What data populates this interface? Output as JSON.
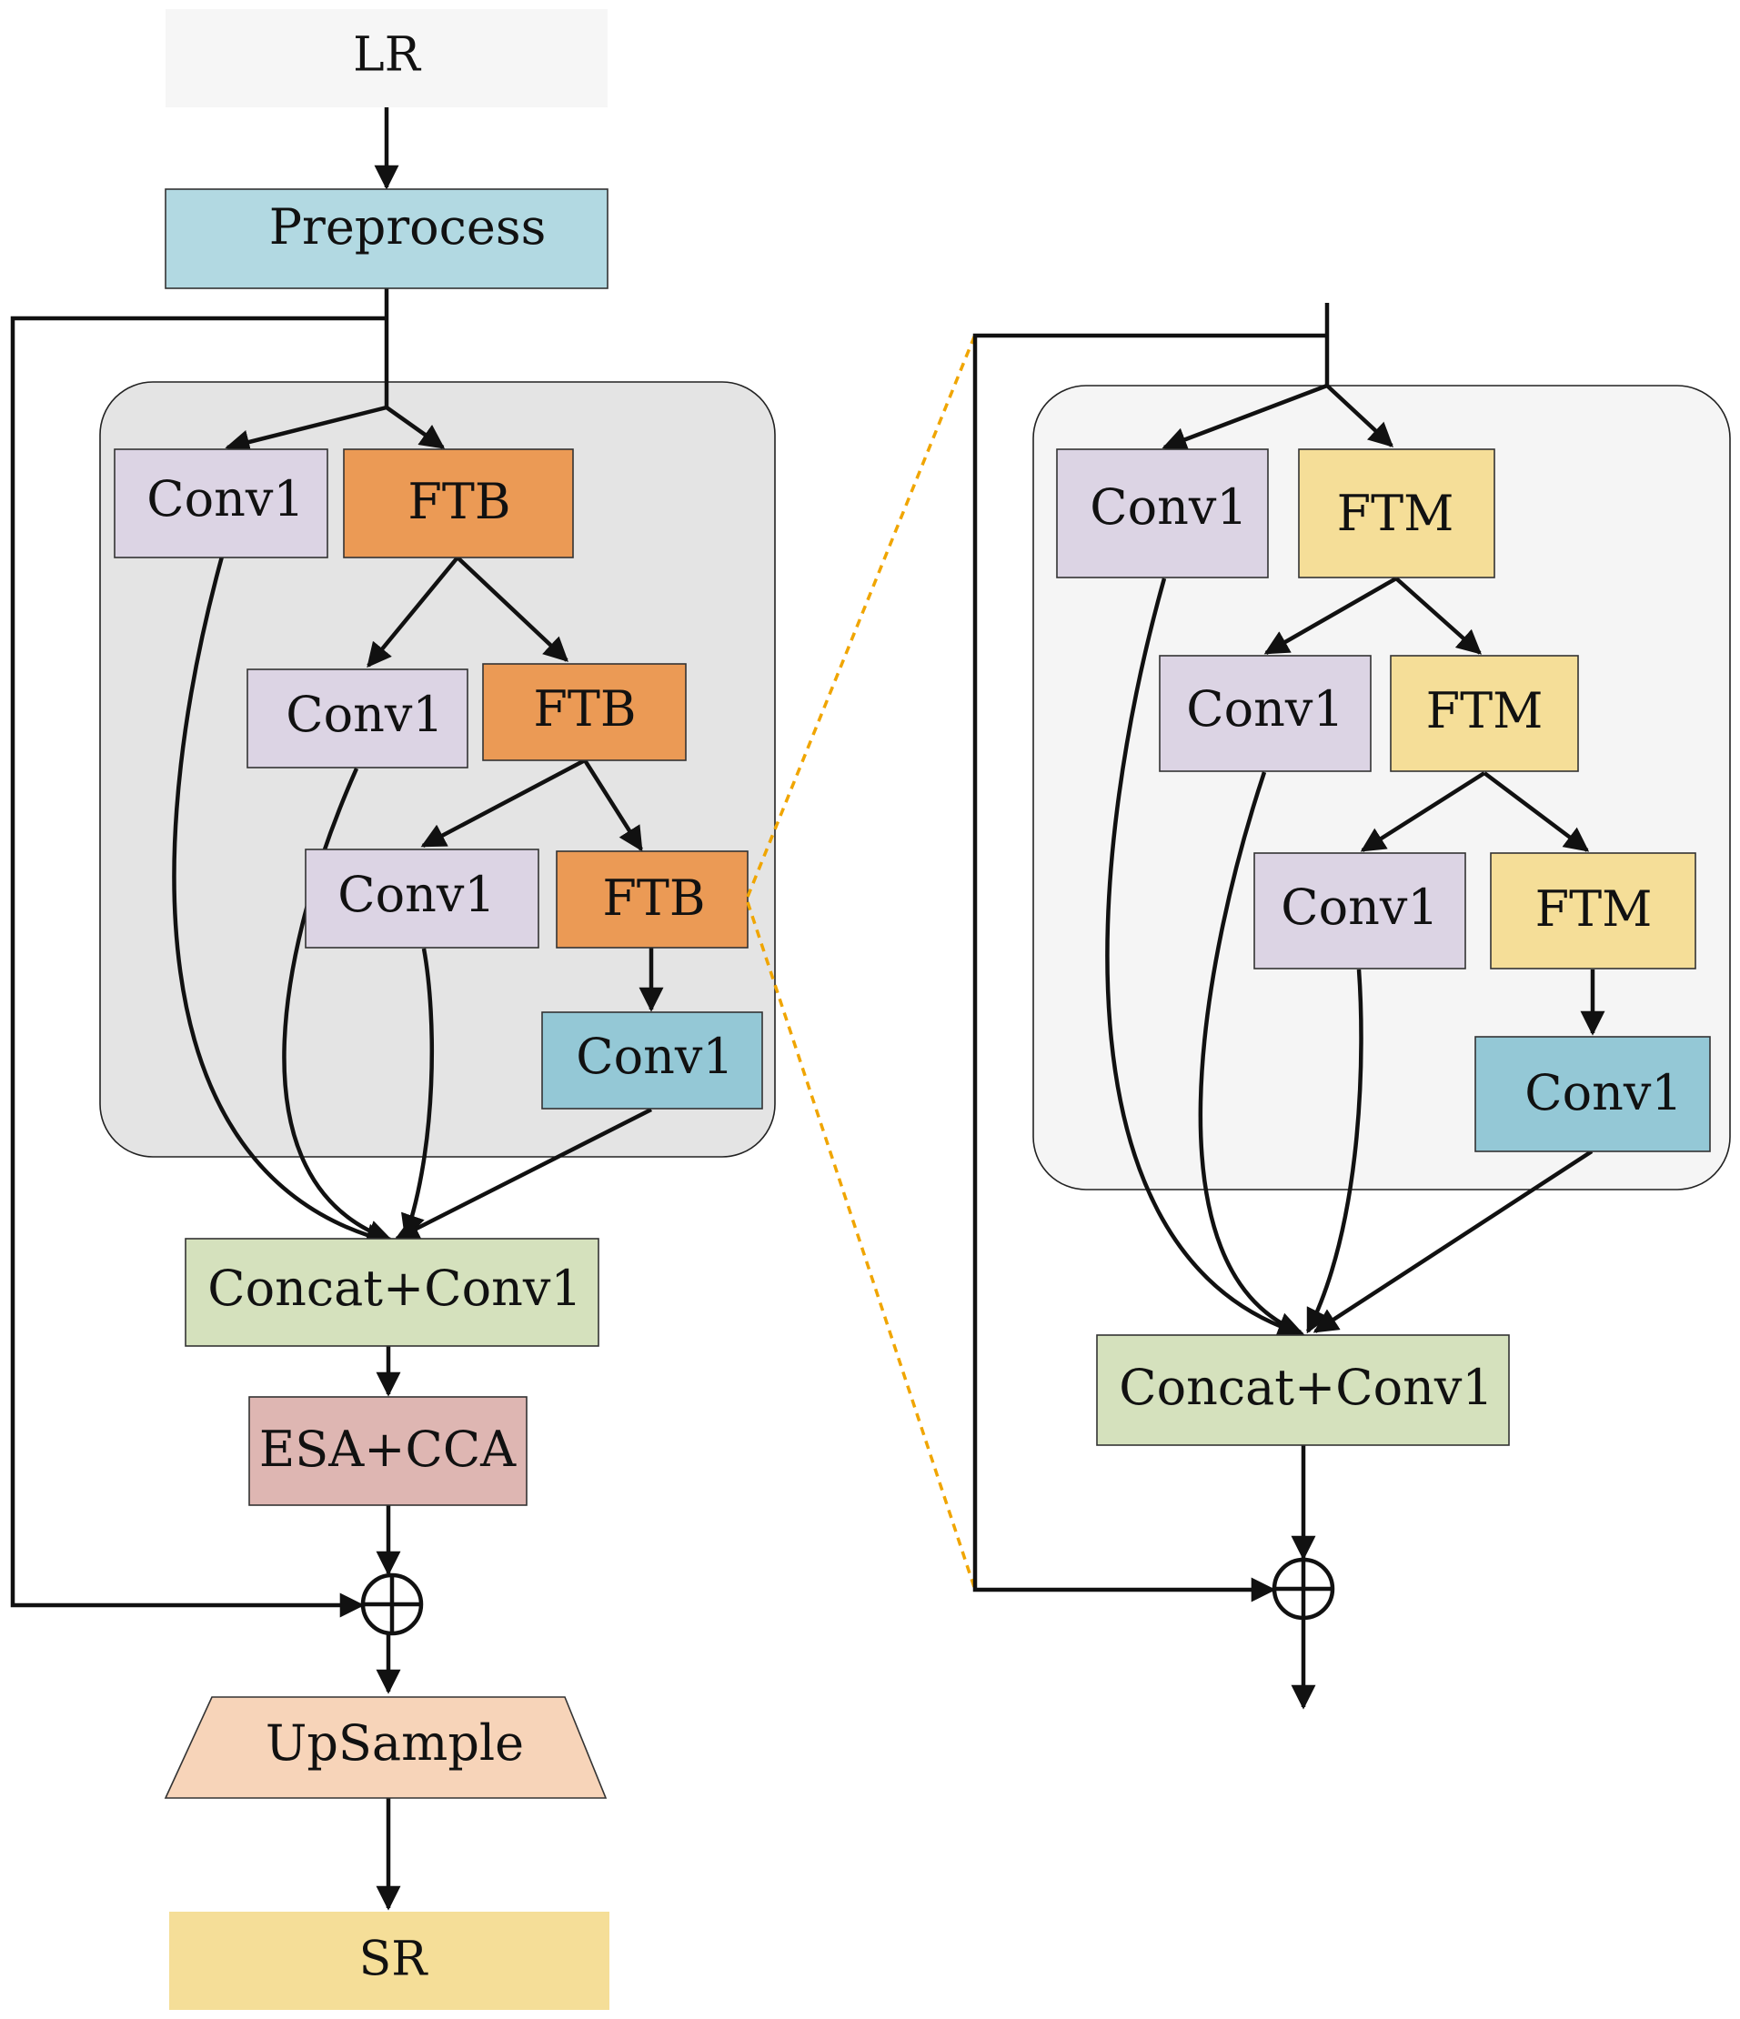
{
  "left": {
    "input_label": "LR",
    "preprocess_label": "Preprocess",
    "branch": [
      {
        "conv": "Conv1",
        "block": "FTB"
      },
      {
        "conv": "Conv1",
        "block": "FTB"
      },
      {
        "conv": "Conv1",
        "block": "FTB"
      }
    ],
    "final_conv": "Conv1",
    "concat_label": "Concat+Conv1",
    "attention_label": "ESA+CCA",
    "upsample_label": "UpSample",
    "output_label": "SR"
  },
  "right": {
    "branch": [
      {
        "conv": "Conv1",
        "block": "FTM"
      },
      {
        "conv": "Conv1",
        "block": "FTM"
      },
      {
        "conv": "Conv1",
        "block": "FTM"
      }
    ],
    "final_conv": "Conv1",
    "concat_label": "Concat+Conv1"
  },
  "colors": {
    "input_fill": "#f6f6f6",
    "preprocess_fill": "#b2d9e2",
    "group_fill_left": "#e4e4e4",
    "group_fill_right": "#f5f5f5",
    "conv_fill": "#dcd4e4",
    "ftb_fill": "#eb9a55",
    "ftm_fill": "#f5de98",
    "final_conv_fill": "#94c8d6",
    "concat_fill": "#d5e1bd",
    "attention_fill": "#deb6b2",
    "upsample_fill": "#f7d4b9",
    "output_fill": "#f5de98",
    "zoom_line": "#f0a500"
  }
}
